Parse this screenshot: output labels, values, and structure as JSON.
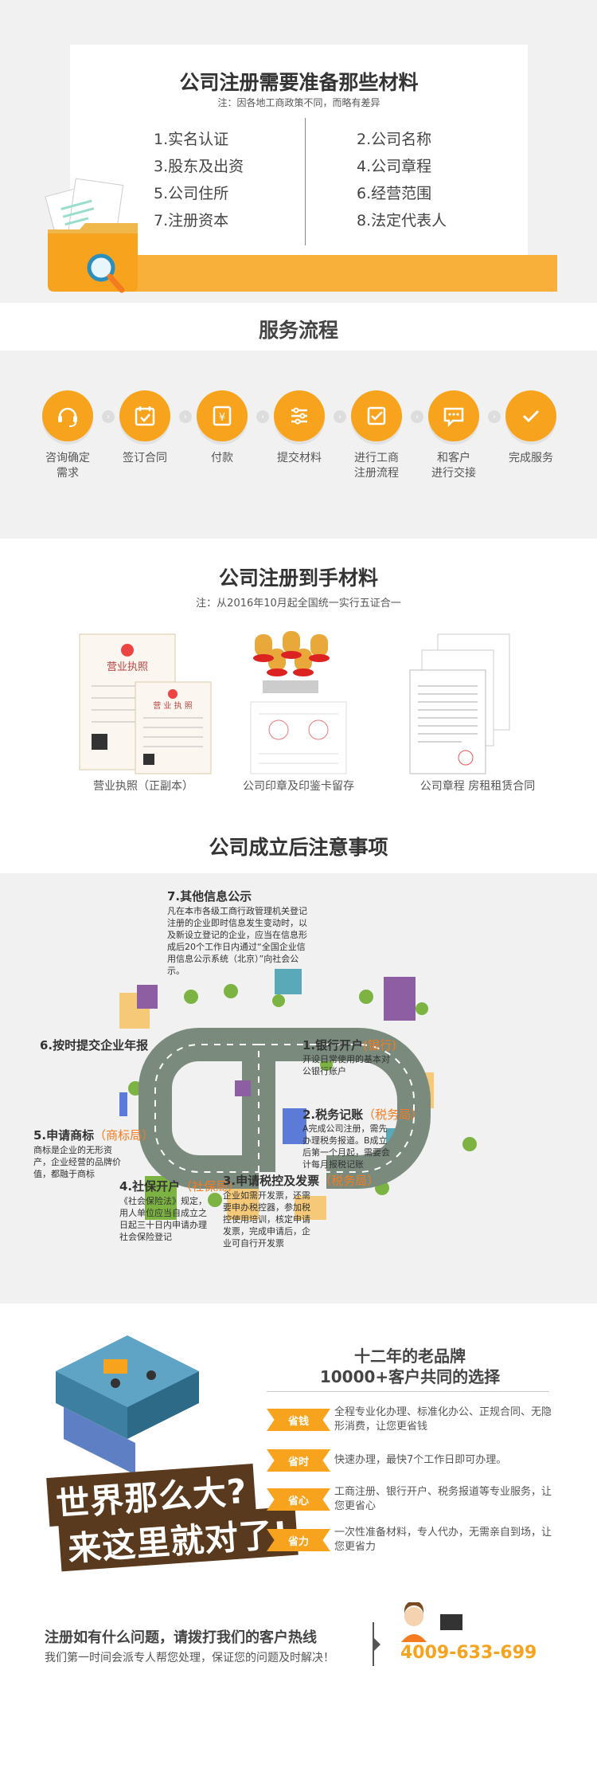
{
  "materials_needed": {
    "title": "公司注册需要准备那些材料",
    "note": "注：因各地工商政策不同，而略有差异",
    "left": [
      "1.实名认证",
      "3.股东及出资",
      "5.公司住所",
      "7.注册资本"
    ],
    "right": [
      "2.公司名称",
      "4.公司章程",
      "6.经营范围",
      "8.法定代表人"
    ]
  },
  "process": {
    "title": "服务流程",
    "steps": [
      {
        "l1": "咨询确定",
        "l2": "需求",
        "icon": "headset-icon"
      },
      {
        "l1": "签订合同",
        "l2": "",
        "icon": "calendar-icon"
      },
      {
        "l1": "付款",
        "l2": "",
        "icon": "yuan-icon"
      },
      {
        "l1": "提交材料",
        "l2": "",
        "icon": "sliders-icon"
      },
      {
        "l1": "进行工商",
        "l2": "注册流程",
        "icon": "check-box-icon"
      },
      {
        "l1": "和客户",
        "l2": "进行交接",
        "icon": "chat-icon"
      },
      {
        "l1": "完成服务",
        "l2": "",
        "icon": "check-icon"
      }
    ]
  },
  "received": {
    "title": "公司注册到手材料",
    "note": "注：从2016年10月起全国统一实行五证合一",
    "items": [
      "营业执照（正副本）",
      "公司印章及印鉴卡留存",
      "公司章程  房租租赁合同"
    ],
    "license_text": "营业执照",
    "license_text2": "营 业 执 照"
  },
  "after": {
    "title": "公司成立后注意事项",
    "items": [
      {
        "t": "7.其他信息公示",
        "o": "",
        "d": "凡在本市各级工商行政管理机关登记注册的企业即时信息发生变动时，以及新设立登记的企业，应当在信息形成后20个工作日内通过“全国企业信用信息公示系统（北京）”向社会公示。"
      },
      {
        "t": "1.银行开户",
        "o": "(银行)",
        "d": "开设日常使用的基本对公银行账户"
      },
      {
        "t": "6.按时提交企业年报",
        "o": "",
        "d": ""
      },
      {
        "t": "2.税务记账",
        "o": "（税务局）",
        "d": "A完成公司注册，需先办理税务报道。B成立后第一个月起，需要会计每月报税记账"
      },
      {
        "t": "5.申请商标",
        "o": "（商标局）",
        "d": "商标是企业的无形资产，企业经营的品牌价值，都融于商标"
      },
      {
        "t": "4.社保开户",
        "o": "（社保局）",
        "d": "《社会保险法》规定，用人单位应当自成立之日起三十日内申请办理社会保险登记"
      },
      {
        "t": "3.申请税控及发票",
        "o": "（税务局）",
        "d": "企业如需开发票，还需要申办税控器，参加税控使用培训，核定申请发票，完成申请后，企业可自行开发票"
      }
    ]
  },
  "brand": {
    "h1": "十二年的老品牌",
    "h2": "10000+客户共同的选择",
    "slogan1": "世界那么大?",
    "slogan2": "来这里就对了!",
    "rows": [
      {
        "tag": "省钱",
        "text": "全程专业化办理、标准化办公、正规合同、无隐形消费，让您更省钱"
      },
      {
        "tag": "省时",
        "text": "快速办理，最快7个工作日即可办理。"
      },
      {
        "tag": "省心",
        "text": "工商注册、银行开户、税务报道等专业服务，让您更省心"
      },
      {
        "tag": "省力",
        "text": "一次性准备材料，专人代办，无需亲自到场，让您更省力"
      }
    ]
  },
  "contact": {
    "title": "注册如有什么问题，请拨打我们的客户热线",
    "sub": "我们第一时间会派专人帮您处理，保证您的问题及时解决！",
    "phone": "4009-633-699"
  },
  "colors": {
    "accent": "#f8a31d",
    "orange_text": "#f47b20",
    "bg_gray": "#f1f1f1"
  }
}
